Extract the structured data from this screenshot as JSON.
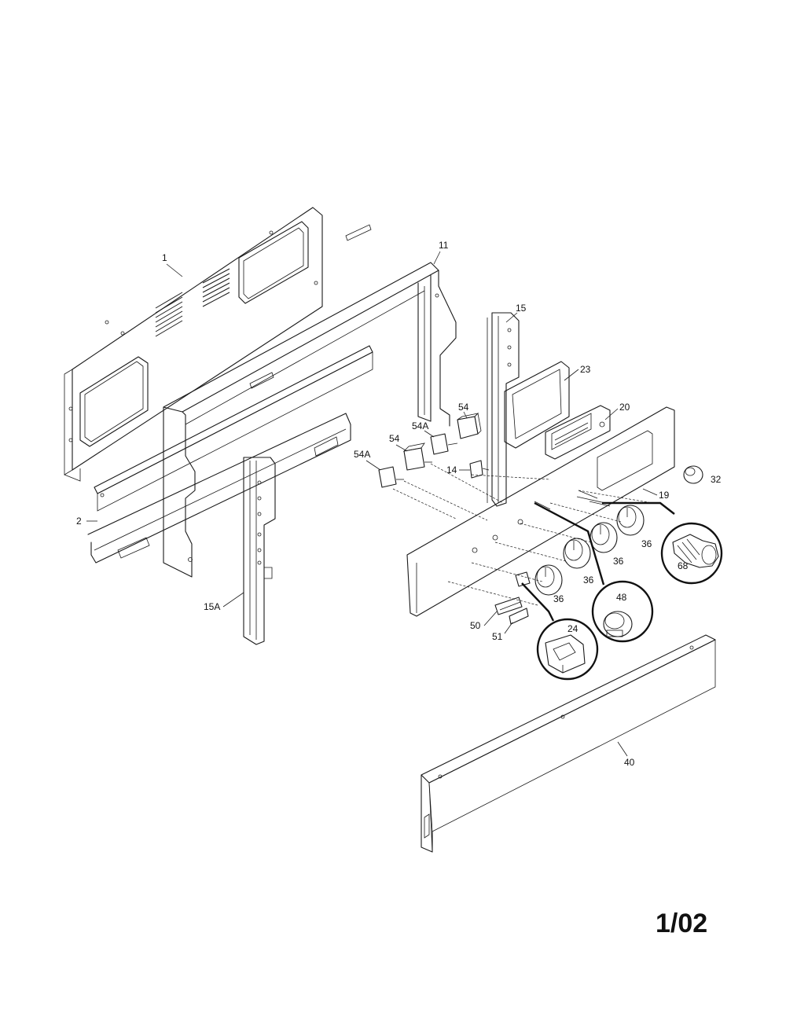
{
  "labels": {
    "p1": "1",
    "p11": "11",
    "p15": "15",
    "p23": "23",
    "p20": "20",
    "p54_upper": "54",
    "p54a_upper": "54A",
    "p54_lower": "54",
    "p54a_lower": "54A",
    "p14": "14",
    "p32": "32",
    "p19": "19",
    "p2": "2",
    "p15a": "15A",
    "p36_a": "36",
    "p36_b": "36",
    "p36_c": "36",
    "p36_d": "36",
    "p68": "68",
    "p48": "48",
    "p24": "24",
    "p50": "50",
    "p51": "51",
    "p40": "40"
  },
  "revision": "1/02"
}
